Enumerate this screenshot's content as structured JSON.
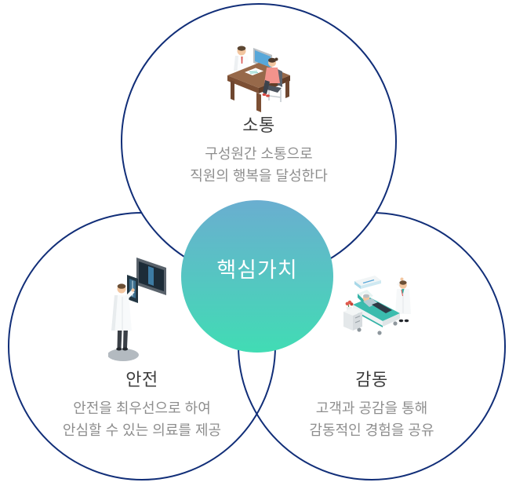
{
  "diagram": {
    "center": {
      "label": "핵심가치",
      "gradient_top_color": "#6aaed0",
      "gradient_bottom_color": "#41dcb4"
    },
    "style": {
      "ring_border_color": "#112e78",
      "title_color": "#3d3d3d",
      "desc_color": "#8e8e8e"
    },
    "values": [
      {
        "id": "communication",
        "title": "소통",
        "desc_line1": "구성원간 소통으로",
        "desc_line2": "직원의 행복을 달성한다",
        "illustration": "doctor-consulting-patient-at-desk"
      },
      {
        "id": "safety",
        "title": "안전",
        "desc_line1": "안전을 최우선으로 하여",
        "desc_line2": "안심할 수 있는 의료를 제공",
        "illustration": "doctor-examining-xray-monitor"
      },
      {
        "id": "impression",
        "title": "감동",
        "desc_line1": "고객과 공감을 통해",
        "desc_line2": "감동적인 경험을 공유",
        "illustration": "patient-in-hospital-bed-with-doctor"
      }
    ]
  }
}
